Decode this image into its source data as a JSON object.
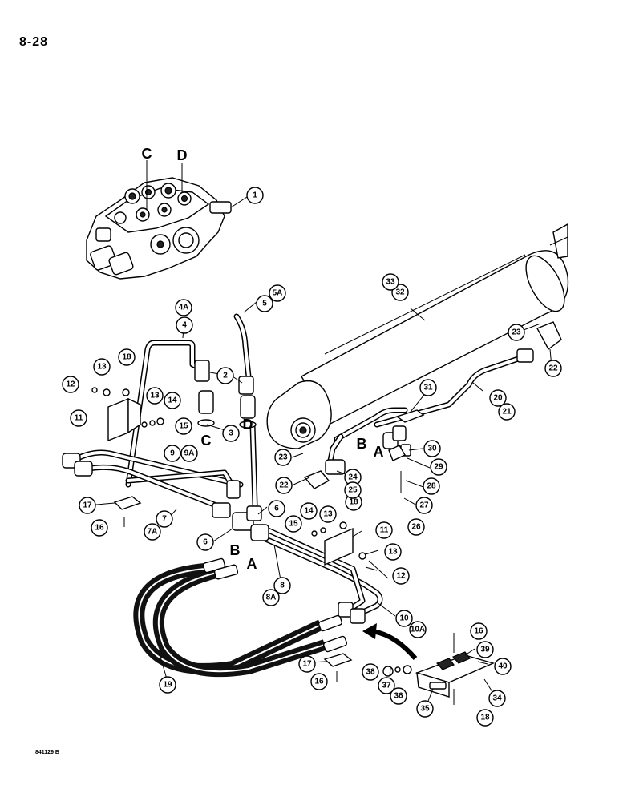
{
  "page_number": "8-28",
  "figure_code": "841129 B",
  "port_labels": [
    "C",
    "D",
    "C",
    "D",
    "B",
    "A",
    "B",
    "A"
  ],
  "callouts": [
    "1",
    "2",
    "3",
    "4",
    "4A",
    "5",
    "5A",
    "6",
    "6",
    "7",
    "7A",
    "8",
    "8A",
    "9",
    "9A",
    "10",
    "10A",
    "11",
    "11",
    "12",
    "12",
    "13",
    "13",
    "13",
    "13",
    "14",
    "14",
    "15",
    "15",
    "16",
    "16",
    "16",
    "17",
    "17",
    "18",
    "18",
    "18",
    "19",
    "20",
    "21",
    "22",
    "22",
    "23",
    "23",
    "24",
    "25",
    "26",
    "27",
    "28",
    "29",
    "30",
    "31",
    "32",
    "33",
    "34",
    "35",
    "36",
    "37",
    "38",
    "39",
    "40"
  ]
}
